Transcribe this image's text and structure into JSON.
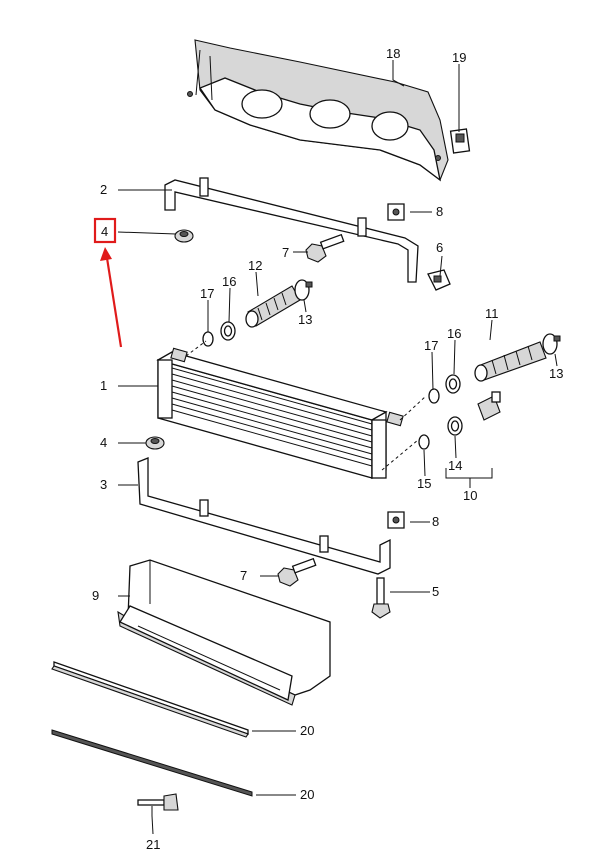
{
  "callouts": {
    "c1": "1",
    "c2": "2",
    "c3": "3",
    "c4a": "4",
    "c4b": "4",
    "c5": "5",
    "c6": "6",
    "c7a": "7",
    "c7b": "7",
    "c8a": "8",
    "c8b": "8",
    "c9": "9",
    "c10": "10",
    "c11": "11",
    "c12": "12",
    "c13a": "13",
    "c13b": "13",
    "c14": "14",
    "c15": "15",
    "c16a": "16",
    "c16b": "16",
    "c17a": "17",
    "c17b": "17",
    "c18": "18",
    "c19": "19",
    "c20a": "20",
    "c20b": "20",
    "c21": "21"
  },
  "highlight": {
    "target": "4",
    "color": "#e01b1b"
  },
  "colors": {
    "ink": "#111111",
    "shade": "#d7d7d7",
    "highlight": "#e01b1b"
  }
}
